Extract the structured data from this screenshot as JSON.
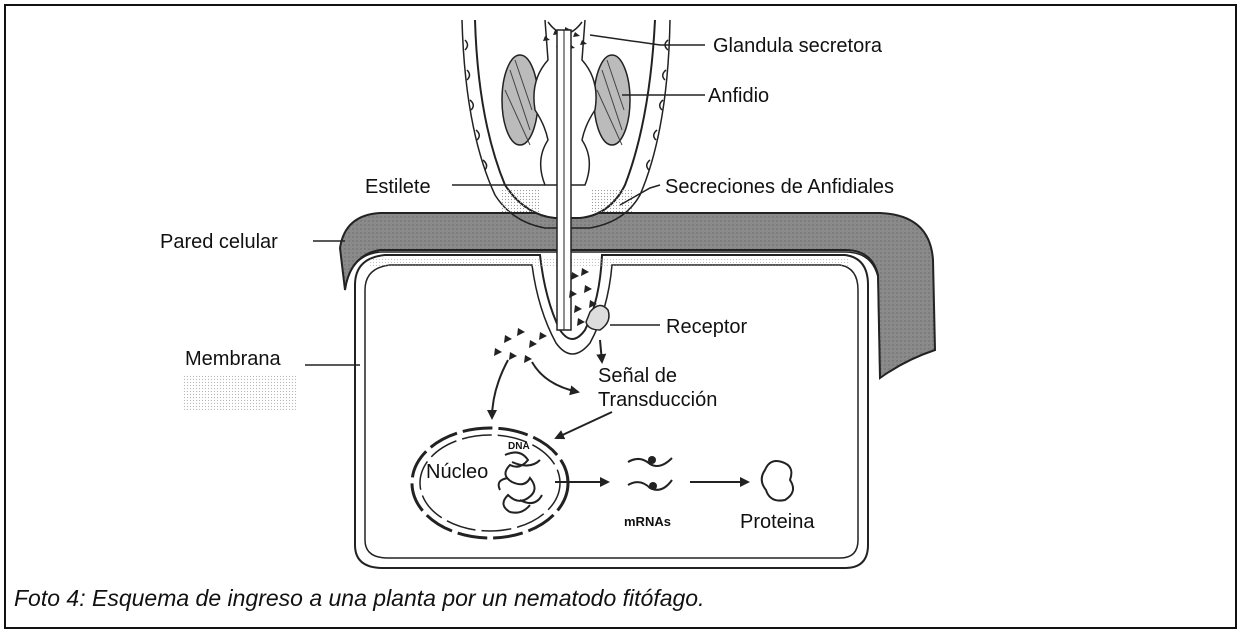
{
  "labels": {
    "glandula": "Glandula secretora",
    "anfidio": "Anfidio",
    "estilete": "Estilete",
    "secreciones": "Secreciones de Anfidiales",
    "pared": "Pared celular",
    "receptor": "Receptor",
    "membrana": "Membrana",
    "senal_1": "Señal de",
    "senal_2": "Transducción",
    "nucleo": "Núcleo",
    "dna": "DNA",
    "mrnas": "mRNAs",
    "proteina": "Proteina"
  },
  "caption": "Foto 4: Esquema de ingreso a una planta por un nematodo fitófago."
}
